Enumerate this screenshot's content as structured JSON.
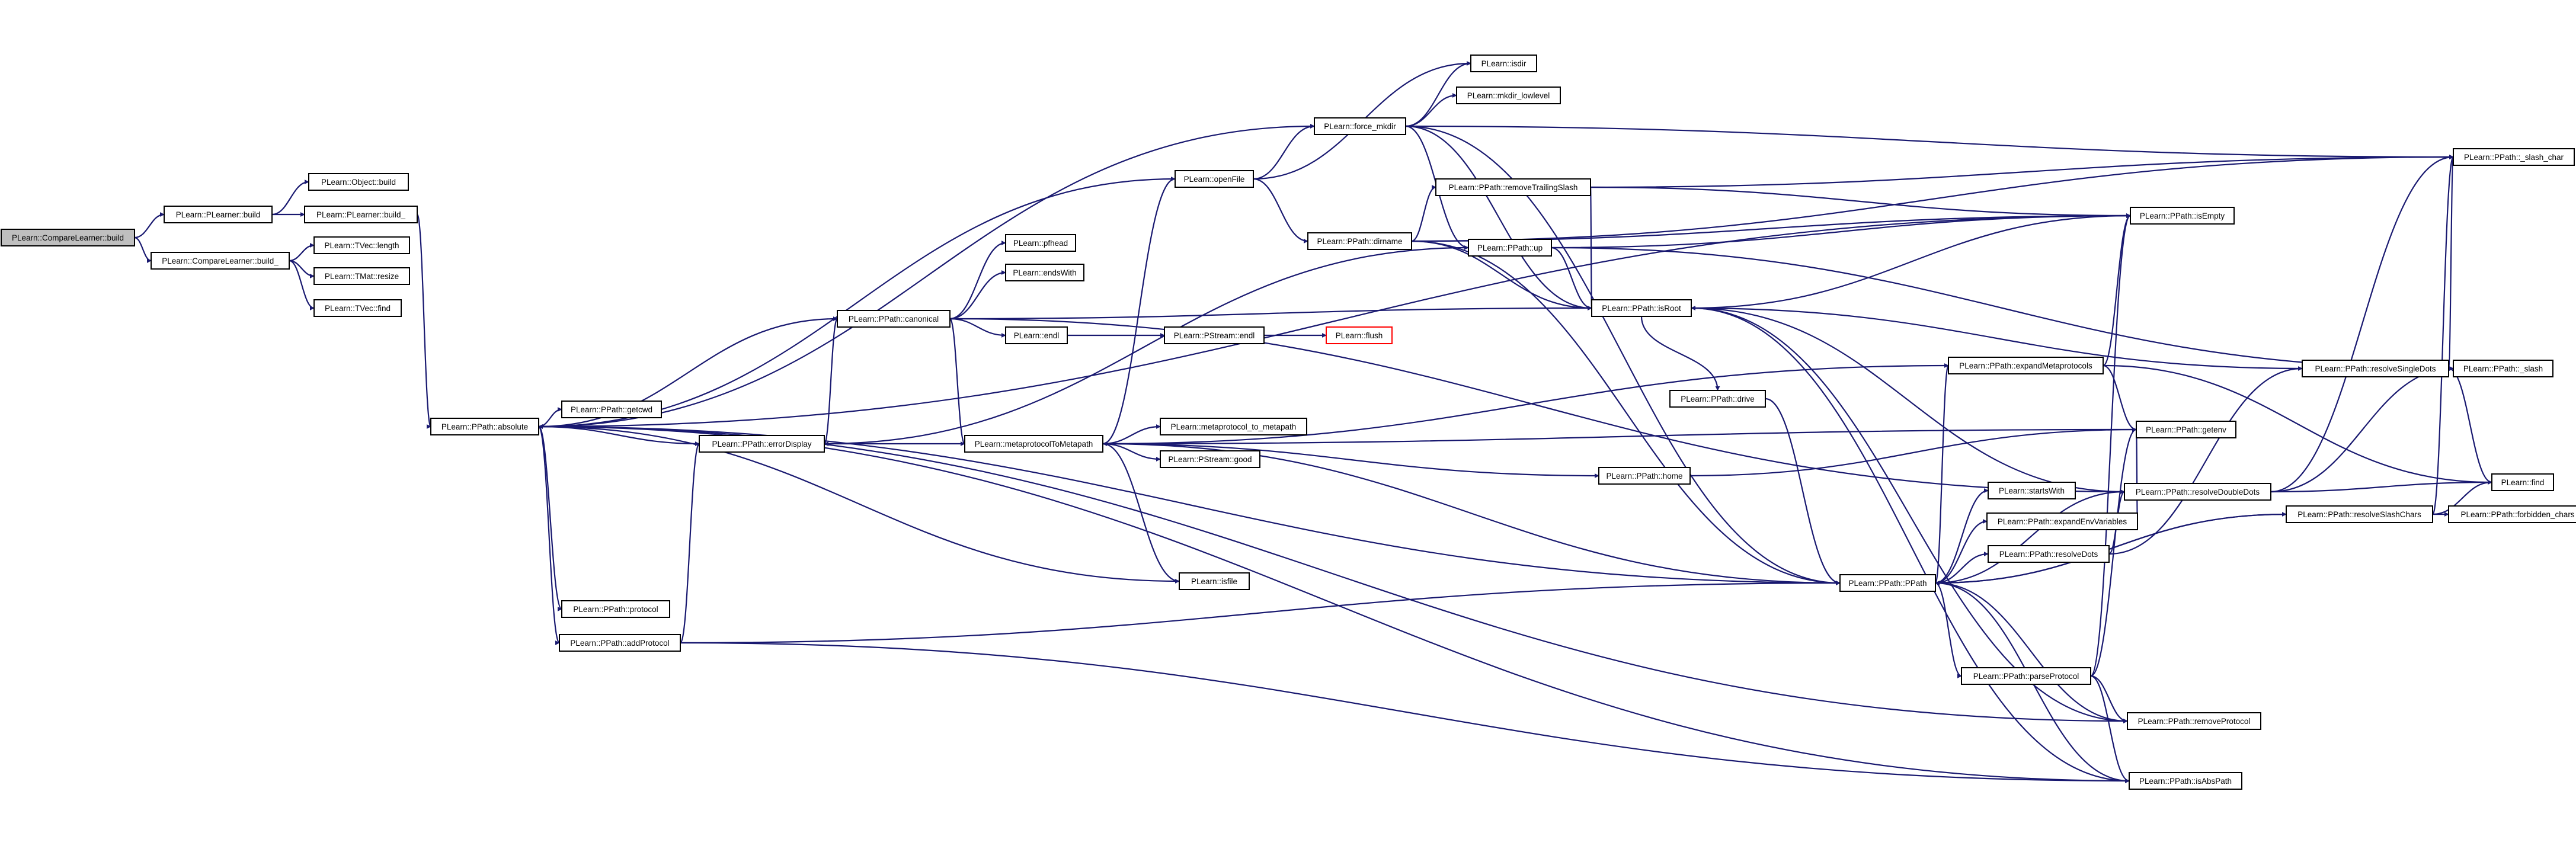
{
  "colors": {
    "edge": "#191970",
    "node_border": "#000000",
    "node_fill": "#ffffff",
    "root_fill": "#bfbfbf",
    "truncated_border": "#ff0000"
  },
  "nodes": [
    {
      "id": "root",
      "label": "PLearn::CompareLearner::build",
      "style": "root"
    },
    {
      "id": "plb",
      "label": "PLearn::PLearner::build"
    },
    {
      "id": "clb_",
      "label": "PLearn::CompareLearner::build_"
    },
    {
      "id": "objb",
      "label": "PLearn::Object::build"
    },
    {
      "id": "plb_",
      "label": "PLearn::PLearner::build_"
    },
    {
      "id": "tvlen",
      "label": "PLearn::TVec::length"
    },
    {
      "id": "tmres",
      "label": "PLearn::TMat::resize"
    },
    {
      "id": "tvfind",
      "label": "PLearn::TVec::find"
    },
    {
      "id": "absolute",
      "label": "PLearn::PPath::absolute"
    },
    {
      "id": "getcwd",
      "label": "PLearn::PPath::getcwd"
    },
    {
      "id": "protocol",
      "label": "PLearn::PPath::protocol"
    },
    {
      "id": "addProtocol",
      "label": "PLearn::PPath::addProtocol"
    },
    {
      "id": "errDisplay",
      "label": "PLearn::PPath::errorDisplay"
    },
    {
      "id": "canonical",
      "label": "PLearn::PPath::canonical"
    },
    {
      "id": "pfhead",
      "label": "PLearn::pfhead"
    },
    {
      "id": "endsWith",
      "label": "PLearn::endsWith"
    },
    {
      "id": "endl",
      "label": "PLearn::endl"
    },
    {
      "id": "psendl",
      "label": "PLearn::PStream::endl"
    },
    {
      "id": "flush",
      "label": "PLearn::flush",
      "style": "truncated"
    },
    {
      "id": "mp2mp",
      "label": "PLearn::metaprotocolToMetapath"
    },
    {
      "id": "mp_to_mp",
      "label": "PLearn::metaprotocol_to_metapath"
    },
    {
      "id": "psgood",
      "label": "PLearn::PStream::good"
    },
    {
      "id": "isfile",
      "label": "PLearn::isfile"
    },
    {
      "id": "openFile",
      "label": "PLearn::openFile"
    },
    {
      "id": "forceMkdir",
      "label": "PLearn::force_mkdir"
    },
    {
      "id": "isdir",
      "label": "PLearn::isdir"
    },
    {
      "id": "mkdirLow",
      "label": "PLearn::mkdir_lowlevel"
    },
    {
      "id": "dirname",
      "label": "PLearn::PPath::dirname"
    },
    {
      "id": "removeTrailing",
      "label": "PLearn::PPath::removeTrailingSlash"
    },
    {
      "id": "up",
      "label": "PLearn::PPath::up"
    },
    {
      "id": "isRoot",
      "label": "PLearn::PPath::isRoot"
    },
    {
      "id": "drive",
      "label": "PLearn::PPath::drive"
    },
    {
      "id": "home",
      "label": "PLearn::PPath::home"
    },
    {
      "id": "ppath",
      "label": "PLearn::PPath::PPath"
    },
    {
      "id": "startsWith",
      "label": "PLearn::startsWith"
    },
    {
      "id": "expandEnv",
      "label": "PLearn::PPath::expandEnvVariables"
    },
    {
      "id": "resolveDots",
      "label": "PLearn::PPath::resolveDots"
    },
    {
      "id": "parseProtocol",
      "label": "PLearn::PPath::parseProtocol"
    },
    {
      "id": "removeProtocol",
      "label": "PLearn::PPath::removeProtocol"
    },
    {
      "id": "isAbsPath",
      "label": "PLearn::PPath::isAbsPath"
    },
    {
      "id": "expandMeta",
      "label": "PLearn::PPath::expandMetaprotocols"
    },
    {
      "id": "getenv",
      "label": "PLearn::PPath::getenv"
    },
    {
      "id": "resolveDouble",
      "label": "PLearn::PPath::resolveDoubleDots"
    },
    {
      "id": "resolveSingle",
      "label": "PLearn::PPath::resolveSingleDots"
    },
    {
      "id": "resolveSlash",
      "label": "PLearn::PPath::resolveSlashChars"
    },
    {
      "id": "isEmpty",
      "label": "PLearn::PPath::isEmpty"
    },
    {
      "id": "slashChar",
      "label": "PLearn::PPath::_slash_char"
    },
    {
      "id": "slash",
      "label": "PLearn::PPath::_slash"
    },
    {
      "id": "forbidden",
      "label": "PLearn::PPath::forbidden_chars"
    },
    {
      "id": "find",
      "label": "PLearn::find"
    }
  ],
  "edges": [
    [
      "root",
      "plb"
    ],
    [
      "root",
      "clb_"
    ],
    [
      "plb",
      "objb"
    ],
    [
      "plb",
      "plb_"
    ],
    [
      "clb_",
      "tvlen"
    ],
    [
      "clb_",
      "tmres"
    ],
    [
      "clb_",
      "tvfind"
    ],
    [
      "plb_",
      "absolute"
    ],
    [
      "absolute",
      "getcwd"
    ],
    [
      "absolute",
      "protocol"
    ],
    [
      "absolute",
      "addProtocol"
    ],
    [
      "absolute",
      "ppath"
    ],
    [
      "absolute",
      "isAbsPath"
    ],
    [
      "absolute",
      "removeProtocol"
    ],
    [
      "absolute",
      "forceMkdir"
    ],
    [
      "absolute",
      "isEmpty"
    ],
    [
      "addProtocol",
      "errDisplay"
    ],
    [
      "addProtocol",
      "ppath"
    ],
    [
      "addProtocol",
      "isAbsPath"
    ],
    [
      "errDisplay",
      "absolute"
    ],
    [
      "errDisplay",
      "canonical"
    ],
    [
      "canonical",
      "absolute"
    ],
    [
      "canonical",
      "pfhead"
    ],
    [
      "canonical",
      "endsWith"
    ],
    [
      "canonical",
      "endl"
    ],
    [
      "canonical",
      "mp2mp"
    ],
    [
      "canonical",
      "isRoot"
    ],
    [
      "canonical",
      "resolveDouble"
    ],
    [
      "endl",
      "psendl"
    ],
    [
      "psendl",
      "flush"
    ],
    [
      "mp2mp",
      "errDisplay"
    ],
    [
      "mp2mp",
      "mp_to_mp"
    ],
    [
      "mp2mp",
      "psgood"
    ],
    [
      "mp2mp",
      "isfile"
    ],
    [
      "mp2mp",
      "openFile"
    ],
    [
      "mp2mp",
      "home"
    ],
    [
      "mp2mp",
      "getenv"
    ],
    [
      "mp2mp",
      "ppath"
    ],
    [
      "isfile",
      "absolute"
    ],
    [
      "openFile",
      "absolute"
    ],
    [
      "openFile",
      "forceMkdir"
    ],
    [
      "openFile",
      "isdir"
    ],
    [
      "openFile",
      "dirname"
    ],
    [
      "forceMkdir",
      "isdir"
    ],
    [
      "forceMkdir",
      "mkdirLow"
    ],
    [
      "forceMkdir",
      "up"
    ],
    [
      "forceMkdir",
      "isRoot"
    ],
    [
      "forceMkdir",
      "slashChar"
    ],
    [
      "forceMkdir",
      "ppath"
    ],
    [
      "dirname",
      "removeTrailing"
    ],
    [
      "dirname",
      "isEmpty"
    ],
    [
      "dirname",
      "isRoot"
    ],
    [
      "dirname",
      "ppath"
    ],
    [
      "dirname",
      "slashChar"
    ],
    [
      "removeTrailing",
      "slashChar"
    ],
    [
      "removeTrailing",
      "isEmpty"
    ],
    [
      "removeTrailing",
      "isRoot"
    ],
    [
      "up",
      "errDisplay"
    ],
    [
      "up",
      "isRoot"
    ],
    [
      "up",
      "isEmpty"
    ],
    [
      "up",
      "slash"
    ],
    [
      "isRoot",
      "drive"
    ],
    [
      "isRoot",
      "isEmpty"
    ],
    [
      "isRoot",
      "removeProtocol"
    ],
    [
      "isRoot",
      "isAbsPath"
    ],
    [
      "drive",
      "ppath"
    ],
    [
      "home",
      "getenv"
    ],
    [
      "ppath",
      "startsWith"
    ],
    [
      "ppath",
      "expandEnv"
    ],
    [
      "ppath",
      "resolveDots"
    ],
    [
      "ppath",
      "parseProtocol"
    ],
    [
      "ppath",
      "expandMeta"
    ],
    [
      "ppath",
      "resolveSlash"
    ],
    [
      "ppath",
      "removeProtocol"
    ],
    [
      "ppath",
      "isAbsPath"
    ],
    [
      "expandMeta",
      "mp2mp"
    ],
    [
      "expandMeta",
      "getenv"
    ],
    [
      "expandMeta",
      "isEmpty"
    ],
    [
      "expandMeta",
      "find"
    ],
    [
      "expandEnv",
      "getenv"
    ],
    [
      "resolveDots",
      "resolveDouble"
    ],
    [
      "resolveDots",
      "resolveSingle"
    ],
    [
      "parseProtocol",
      "isEmpty"
    ],
    [
      "parseProtocol",
      "removeProtocol"
    ],
    [
      "parseProtocol",
      "isAbsPath"
    ],
    [
      "parseProtocol",
      "getenv"
    ],
    [
      "resolveDouble",
      "isRoot"
    ],
    [
      "resolveDouble",
      "slashChar"
    ],
    [
      "resolveDouble",
      "slash"
    ],
    [
      "resolveDouble",
      "find"
    ],
    [
      "resolveDouble",
      "ppath"
    ],
    [
      "resolveSingle",
      "slashChar"
    ],
    [
      "resolveSingle",
      "slash"
    ],
    [
      "resolveSingle",
      "find"
    ],
    [
      "resolveSingle",
      "isRoot"
    ],
    [
      "resolveSlash",
      "slashChar"
    ],
    [
      "resolveSlash",
      "find"
    ],
    [
      "resolveSlash",
      "forbidden"
    ],
    [
      "resolveSlash",
      "ppath"
    ]
  ]
}
